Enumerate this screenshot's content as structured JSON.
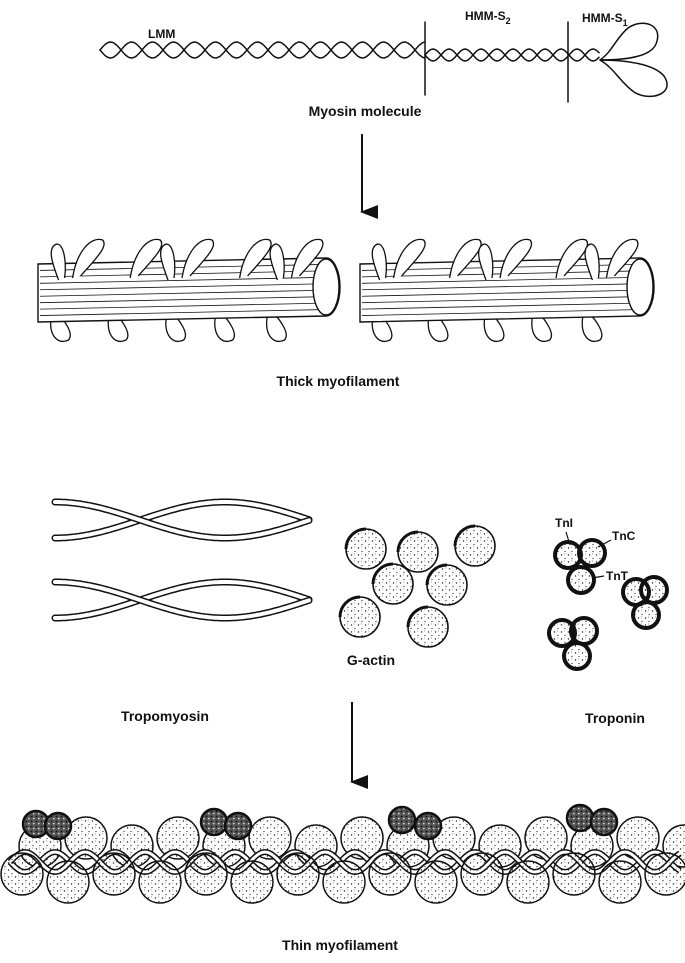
{
  "myosin": {
    "lmm_label": "LMM",
    "s2_label": "HMM-S",
    "s2_sub": "2",
    "s1_label": "HMM-S",
    "s1_sub": "1",
    "caption": "Myosin molecule"
  },
  "thick": {
    "caption": "Thick myofilament"
  },
  "components": {
    "gactin_label": "G-actin",
    "tropomyosin_label": "Tropomyosin",
    "troponin_label": "Troponin",
    "tni_label": "TnI",
    "tnc_label": "TnC",
    "tnt_label": "TnT"
  },
  "thin": {
    "caption": "Thin myofilament"
  }
}
